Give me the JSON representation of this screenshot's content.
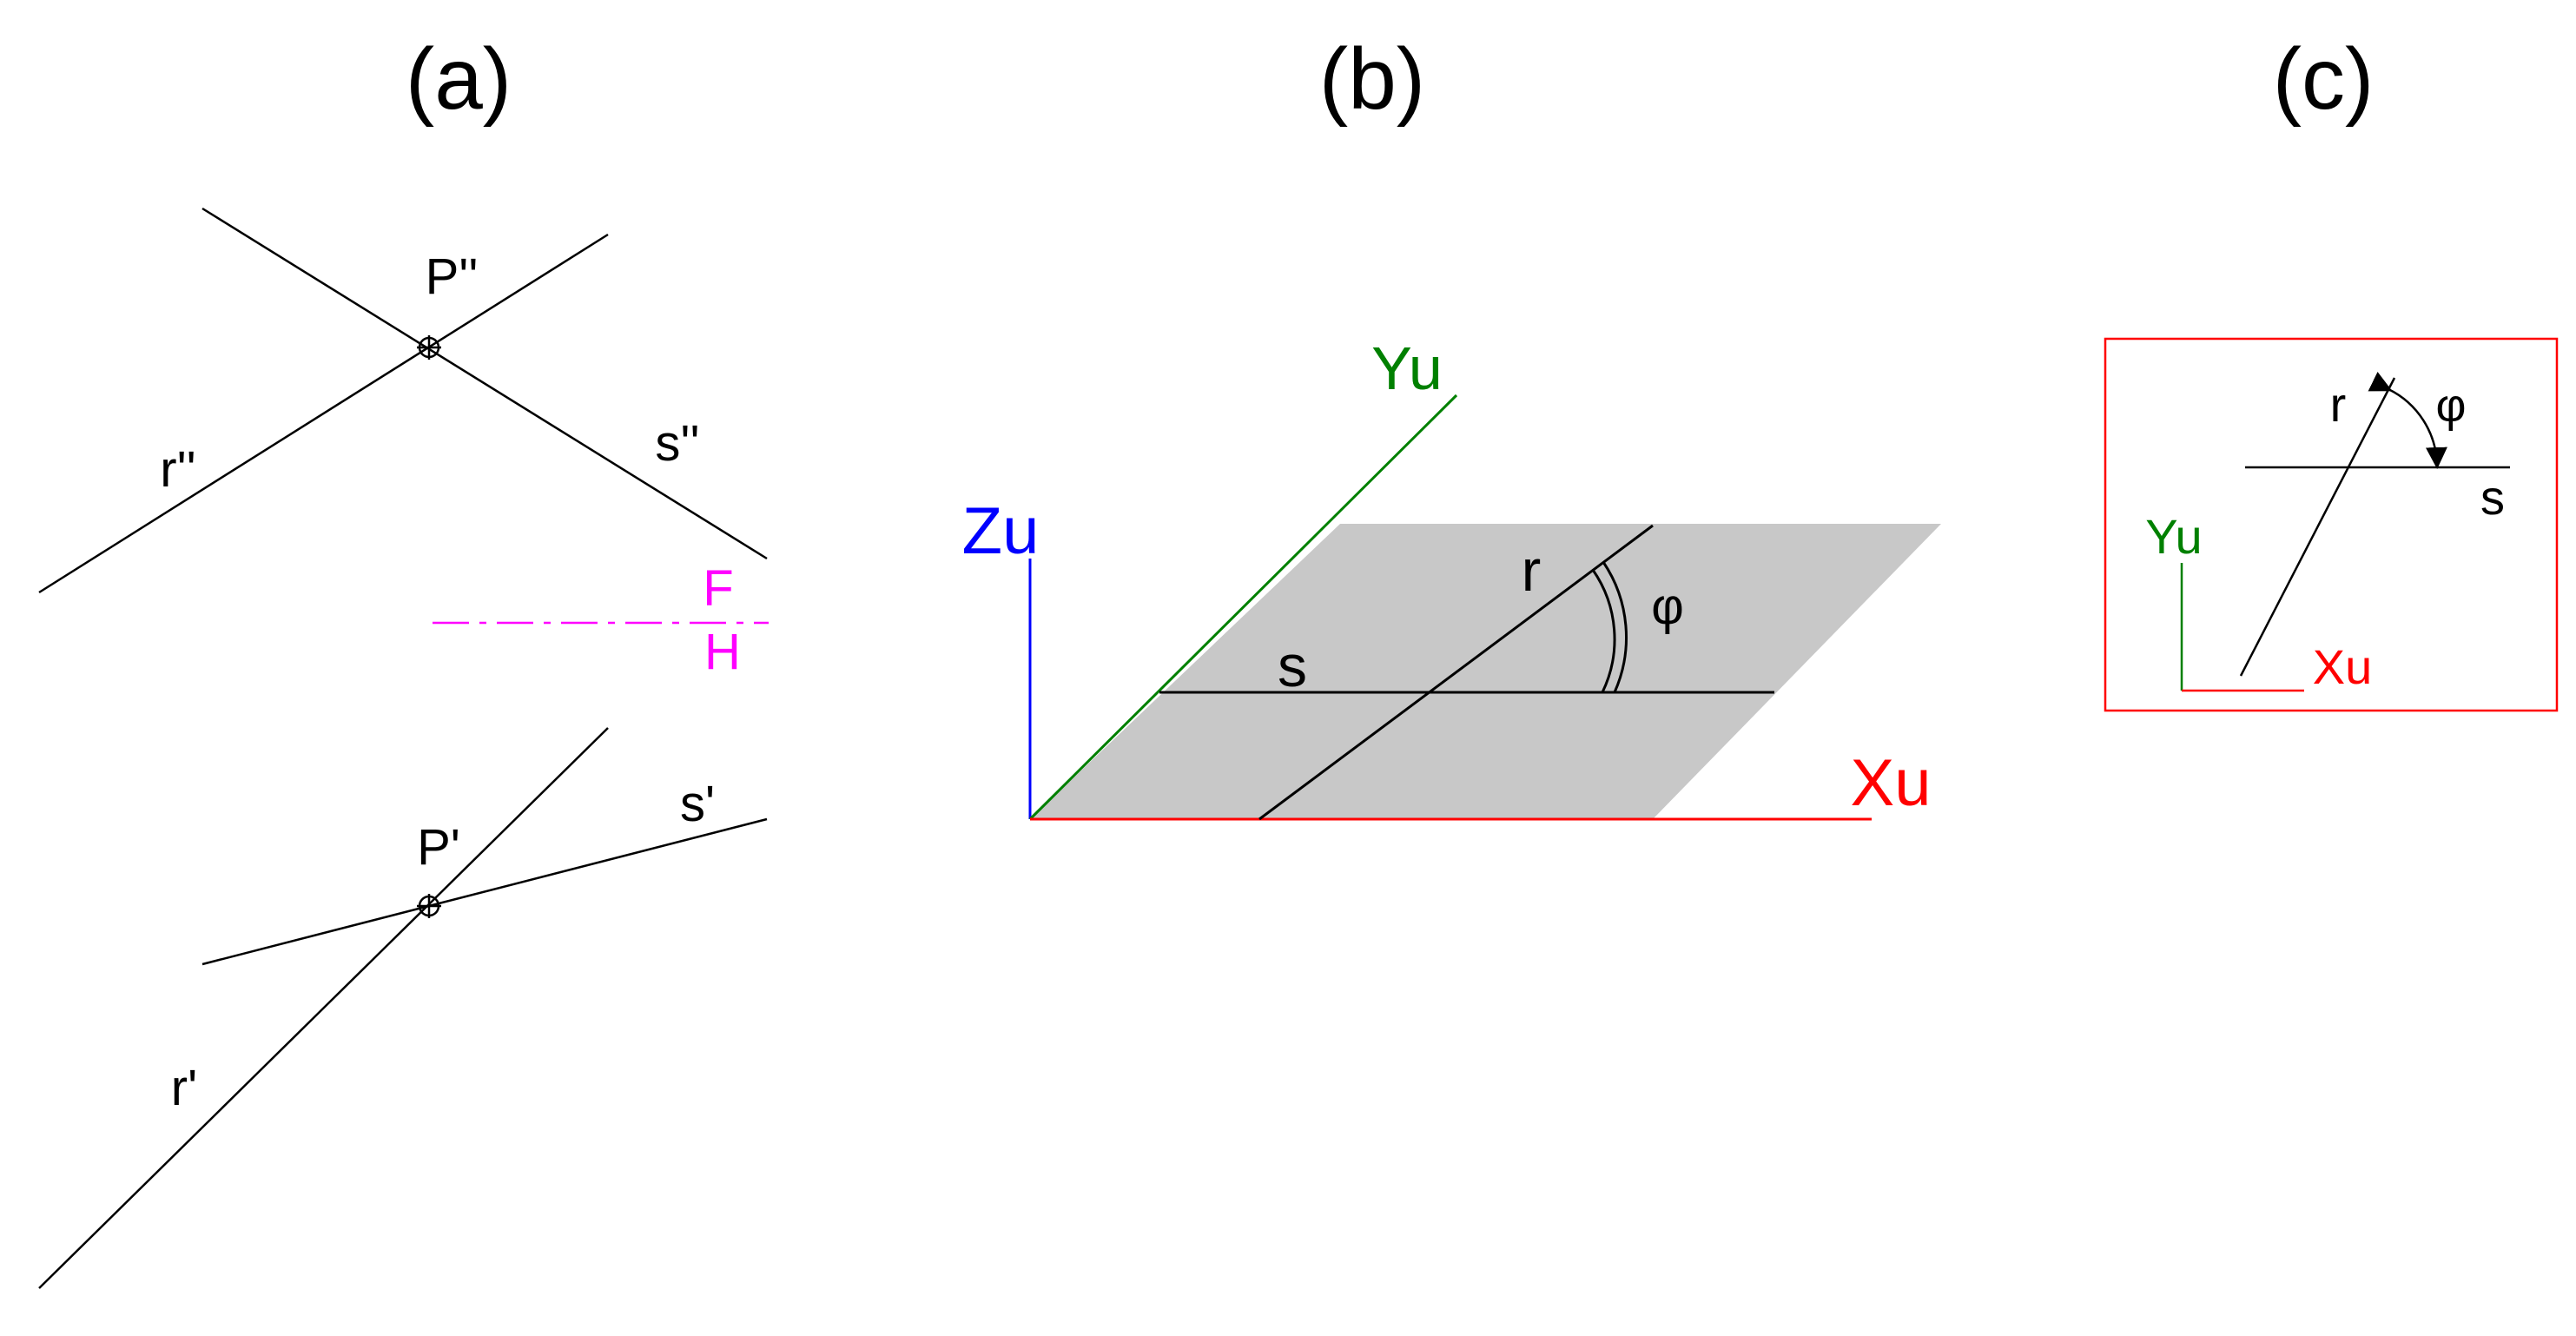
{
  "colors": {
    "line": "#000000",
    "plane_fill": "#c8c8c8",
    "frame_line": "#ff00ff",
    "axis_x": "#ff0000",
    "axis_y": "#008000",
    "axis_z": "#0000ff",
    "inset_border": "#ff0000"
  },
  "panel_a": {
    "caption": "(a)",
    "front_view": {
      "point": "P''",
      "line_r": "r''",
      "line_s": "s''"
    },
    "frame_labels": {
      "front": "F",
      "top": "H"
    },
    "top_view": {
      "point": "P'",
      "line_r": "r'",
      "line_s": "s'"
    }
  },
  "panel_b": {
    "caption": "(b)",
    "axis_z": "Zu",
    "axis_y": "Yu",
    "axis_x": "Xu",
    "line_r": "r",
    "line_s": "s",
    "angle": "φ"
  },
  "panel_c": {
    "caption": "(c)",
    "line_r": "r",
    "line_s": "s",
    "angle": "φ",
    "axis_y": "Yu",
    "axis_x": "Xu"
  }
}
